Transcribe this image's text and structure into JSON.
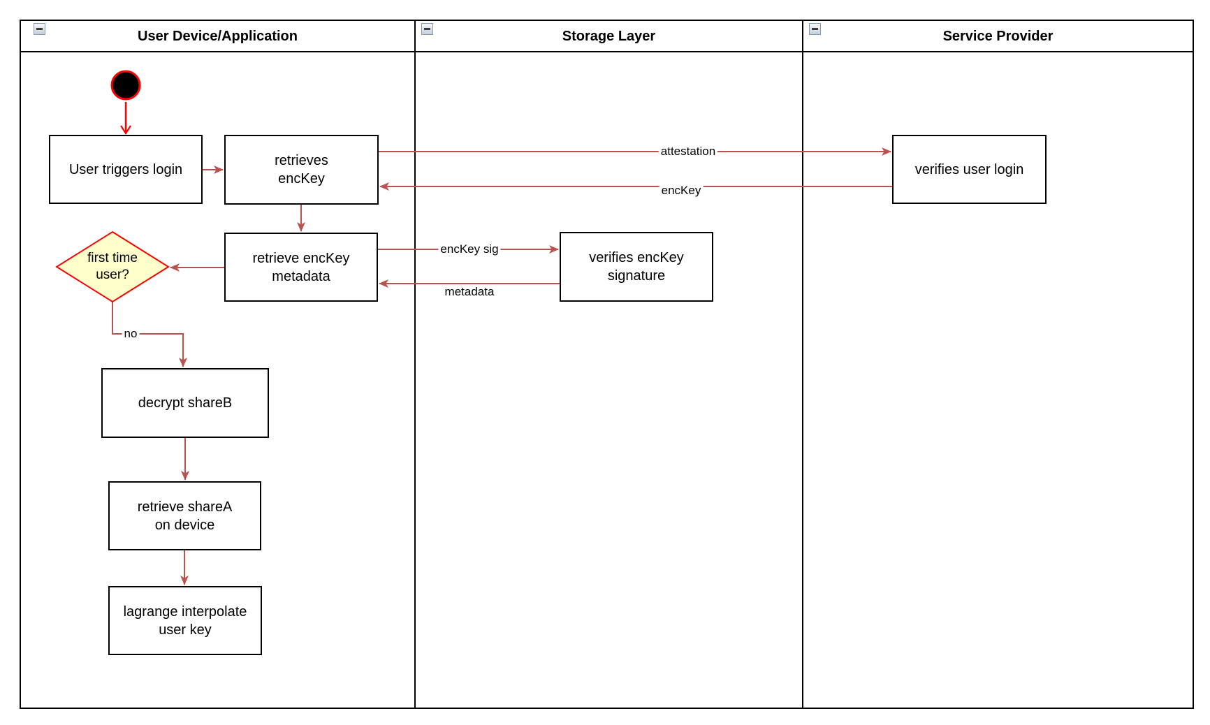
{
  "diagram": {
    "lanes": [
      {
        "title": "User Device/Application"
      },
      {
        "title": "Storage Layer"
      },
      {
        "title": "Service Provider"
      }
    ],
    "nodes": {
      "user_triggers_login": "User triggers login",
      "retrieves_enckey": "retrieves\nencKey",
      "verifies_user_login": "verifies user login",
      "retrieve_enckey_metadata": "retrieve encKey\nmetadata",
      "verifies_enckey_signature": "verifies encKey\nsignature",
      "first_time_user": "first time\nuser?",
      "decrypt_shareb": "decrypt shareB",
      "retrieve_sharea": "retrieve shareA\non device",
      "lagrange_interpolate": "lagrange interpolate\nuser key"
    },
    "edge_labels": {
      "attestation": "attestation",
      "enckey": "encKey",
      "enckey_sig": "encKey sig",
      "metadata": "metadata",
      "no": "no"
    },
    "colors": {
      "edge_arrow": "#b85450",
      "start_accent": "#ff0000",
      "decision_fill": "#ffffcc",
      "decision_border": "#ff0000",
      "node_fill": "#ffffff",
      "node_border": "#000000"
    }
  }
}
